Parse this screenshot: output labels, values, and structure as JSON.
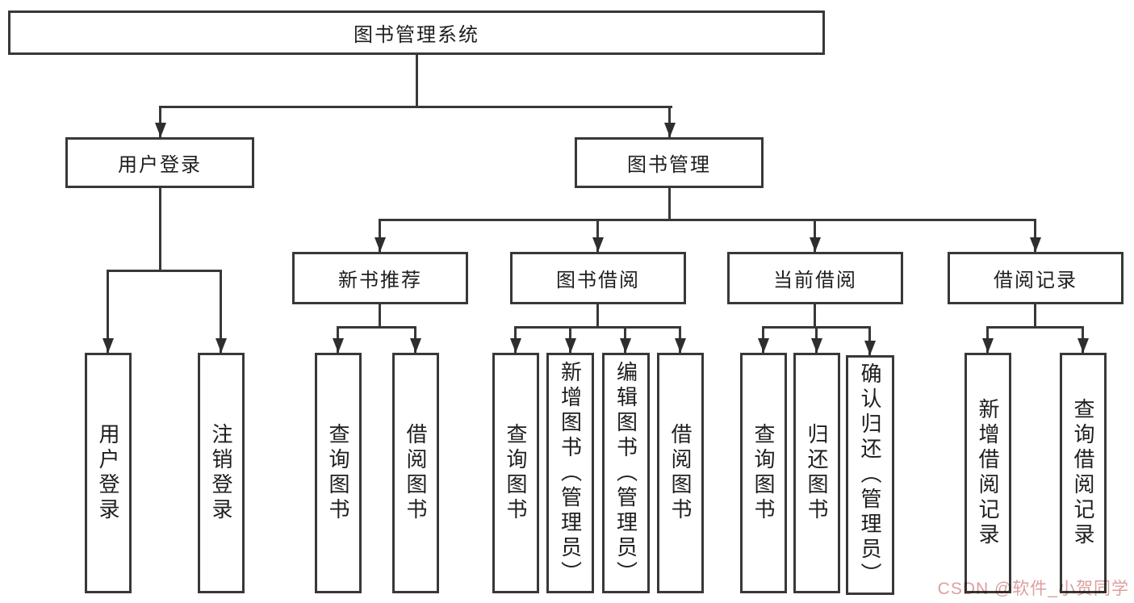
{
  "nodes": {
    "root": "图书管理系统",
    "user_login": "用户登录",
    "book_management": "图书管理",
    "new_book_recommend": "新书推荐",
    "book_borrow": "图书借阅",
    "current_borrow": "当前借阅",
    "borrow_records": "借阅记录",
    "leaf_user_login": "用户登录",
    "leaf_logout": "注销登录",
    "leaf_query_books_rec": "查询图书",
    "leaf_borrow_books_rec": "借阅图书",
    "leaf_query_books_bor": "查询图书",
    "leaf_add_books_admin": "新增图书（管理员）",
    "leaf_edit_books_admin": "编辑图书（管理员）",
    "leaf_borrow_books_bor": "借阅图书",
    "leaf_query_books_cur": "查询图书",
    "leaf_return_books": "归还图书",
    "leaf_confirm_return_admin": "确认归还（管理员）",
    "leaf_add_borrow_record": "新增借阅记录",
    "leaf_query_borrow_record": "查询借阅记录"
  },
  "watermark": "CSDN @软件_小贺同学",
  "colors": {
    "line": "#383838",
    "box_border": "#383838",
    "text": "#1e1e1e",
    "background": "#ffffff",
    "watermark": "#dc9f9f"
  }
}
